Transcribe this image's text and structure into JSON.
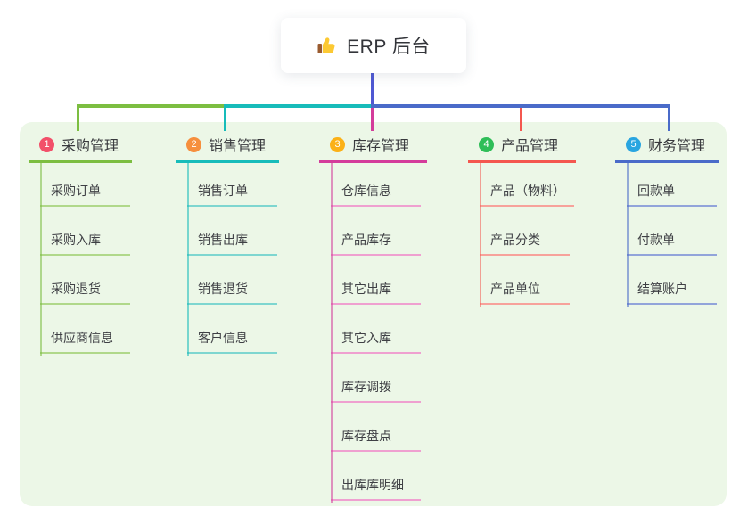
{
  "root": {
    "title": "ERP 后台",
    "icon": "thumbs-up-icon"
  },
  "connectors": {
    "root_drop_color": "#4f58d3",
    "bus_colors": [
      "#7cbe41",
      "#17bcba",
      "#4a6bc9"
    ]
  },
  "canvas": {
    "panel_bg": "#ecf7e7"
  },
  "branches": [
    {
      "num": "1",
      "label": "采购管理",
      "badge_color": "#f2506a",
      "line_color": "#7cbe41",
      "tint_color": "#b0d88a",
      "children": [
        "采购订单",
        "采购入库",
        "采购退货",
        "供应商信息"
      ]
    },
    {
      "num": "2",
      "label": "销售管理",
      "badge_color": "#f68f3d",
      "line_color": "#17bcba",
      "tint_color": "#7ed6d0",
      "children": [
        "销售订单",
        "销售出库",
        "销售退货",
        "客户信息"
      ]
    },
    {
      "num": "3",
      "label": "库存管理",
      "badge_color": "#fbb117",
      "line_color": "#d43c9b",
      "tint_color": "#efa0d0",
      "children": [
        "仓库信息",
        "产品库存",
        "其它出库",
        "其它入库",
        "库存调拨",
        "库存盘点",
        "出库库明细"
      ]
    },
    {
      "num": "4",
      "label": "产品管理",
      "badge_color": "#2fbe58",
      "line_color": "#f4574f",
      "tint_color": "#f7a29b",
      "children": [
        "产品（物料）",
        "产品分类",
        "产品单位"
      ]
    },
    {
      "num": "5",
      "label": "财务管理",
      "badge_color": "#29a5e0",
      "line_color": "#4a6bc9",
      "tint_color": "#92a4da",
      "children": [
        "回款单",
        "付款单",
        "结算账户"
      ]
    }
  ]
}
